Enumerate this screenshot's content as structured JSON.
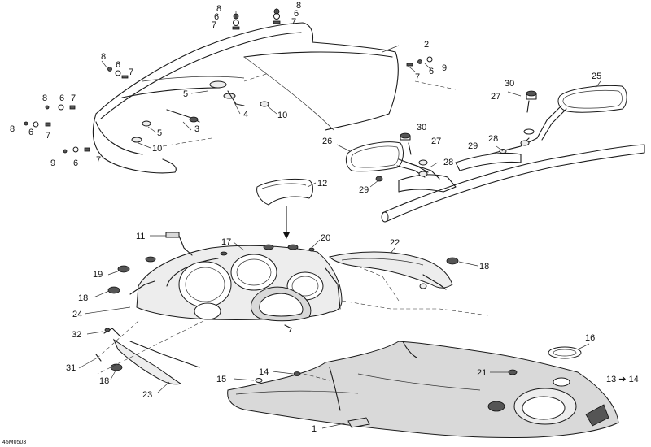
{
  "diagram": {
    "drawing_code": "45M0503",
    "callouts": [
      {
        "label": "8"
      },
      {
        "label": "6"
      },
      {
        "label": "7"
      },
      {
        "label": "8"
      },
      {
        "label": "6"
      },
      {
        "label": "7"
      },
      {
        "label": "2"
      },
      {
        "label": "7"
      },
      {
        "label": "6"
      },
      {
        "label": "9"
      },
      {
        "label": "8"
      },
      {
        "label": "6"
      },
      {
        "label": "7"
      },
      {
        "label": "8"
      },
      {
        "label": "6"
      },
      {
        "label": "7"
      },
      {
        "label": "5"
      },
      {
        "label": "4"
      },
      {
        "label": "10"
      },
      {
        "label": "3"
      },
      {
        "label": "8"
      },
      {
        "label": "6"
      },
      {
        "label": "7"
      },
      {
        "label": "5"
      },
      {
        "label": "10"
      },
      {
        "label": "9"
      },
      {
        "label": "6"
      },
      {
        "label": "7"
      },
      {
        "label": "25"
      },
      {
        "label": "30"
      },
      {
        "label": "27"
      },
      {
        "label": "26"
      },
      {
        "label": "30"
      },
      {
        "label": "27"
      },
      {
        "label": "28"
      },
      {
        "label": "29"
      },
      {
        "label": "28"
      },
      {
        "label": "29"
      },
      {
        "label": "12"
      },
      {
        "label": "11"
      },
      {
        "label": "17"
      },
      {
        "label": "20"
      },
      {
        "label": "22"
      },
      {
        "label": "18"
      },
      {
        "label": "19"
      },
      {
        "label": "18"
      },
      {
        "label": "24"
      },
      {
        "label": "32"
      },
      {
        "label": "31"
      },
      {
        "label": "18"
      },
      {
        "label": "23"
      },
      {
        "label": "16"
      },
      {
        "label": "14"
      },
      {
        "label": "15"
      },
      {
        "label": "21"
      },
      {
        "label": "13 ➔ 14"
      },
      {
        "label": "1"
      }
    ]
  }
}
